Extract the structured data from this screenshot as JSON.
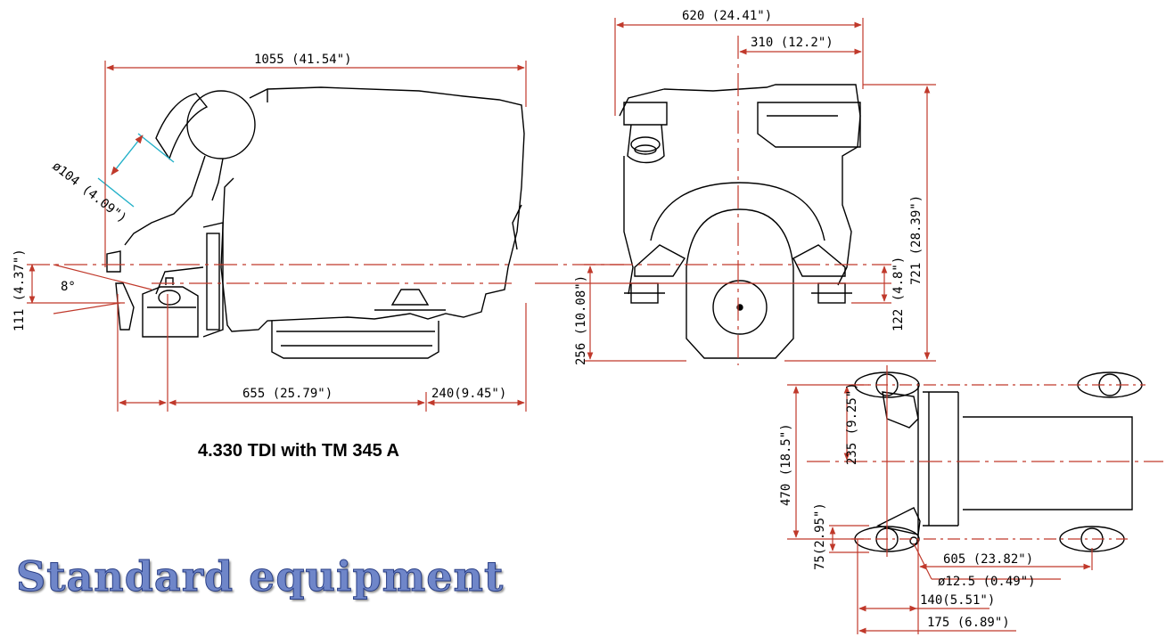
{
  "caption": "4.330 TDI with TM 345 A",
  "footer": "Standard equipment",
  "colors": {
    "dimension": "#c0392b",
    "outline": "#000000",
    "pipe": "#22b0c8",
    "footer": "#6f86c9"
  },
  "side_view": {
    "overall_length": "1055 (41.54\")",
    "pipe_diameter": "ø104 (4.09\")",
    "height_left": "111 (4.37\")",
    "tilt_angle": "8°",
    "mount_spacing": "655 (25.79\")",
    "rear_offset": "240(9.45\")"
  },
  "front_view": {
    "overall_width": "620 (24.41\")",
    "half_width": "310 (12.2\")",
    "overall_height": "721 (28.39\")",
    "lower_height": "256 (10.08\")",
    "mount_height": "122 (4.8\")"
  },
  "plan_view": {
    "mount_track": "470 (18.5\")",
    "half_track": "235 (9.25\")",
    "mount_width": "75(2.95\")",
    "mount_length": "605 (23.82\")",
    "bolt_hole": "ø12.5 (0.49\")",
    "offset_a": "140(5.51\")",
    "offset_b": "175 (6.89\")"
  }
}
